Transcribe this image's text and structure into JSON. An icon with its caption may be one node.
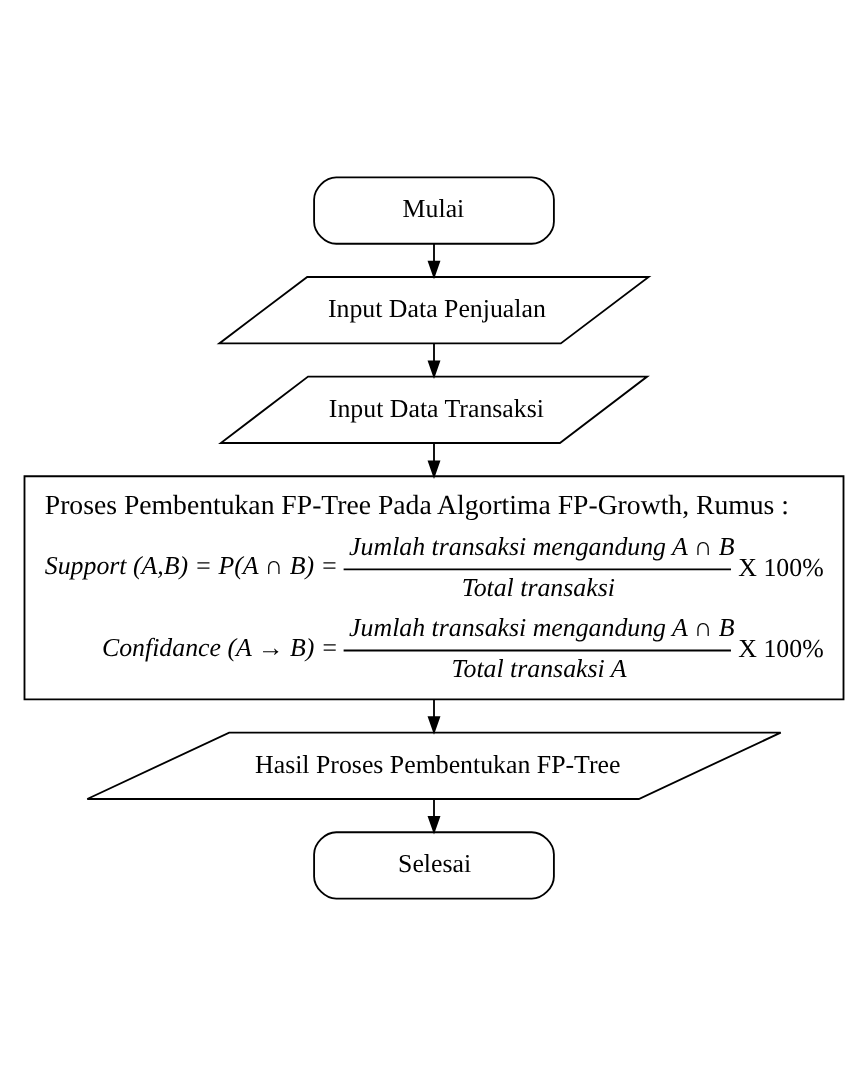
{
  "diagram": {
    "nodes": [
      {
        "text": [
          "Mulai"
        ]
      },
      {
        "text": [
          "Input Data Penjualan"
        ]
      },
      {
        "text": [
          "Input Data Transaksi"
        ]
      },
      {
        "text": [
          "Proses Pembentukan FP-Tree Pada Algortima FP-Growth, Rumus :",
          "Support (A,B) = P(A ∩ B) =",
          "Jumlah transaksi mengandung A ∩ B",
          "Total transaksi",
          "X 100%",
          "Confidance (A → B) =",
          "Jumlah transaksi mengandung A ∩ B",
          "Total transaksi A",
          "X 100%"
        ]
      },
      {
        "text": [
          "Hasil Proses Pembentukan FP-Tree"
        ]
      },
      {
        "text": [
          "Selesai"
        ]
      }
    ],
    "edges": [
      {
        "from": 0,
        "to": 1,
        "arrow": "to"
      },
      {
        "from": 1,
        "to": 2,
        "arrow": "to"
      },
      {
        "from": 2,
        "to": 3,
        "arrow": "to"
      },
      {
        "from": 3,
        "to": 4,
        "arrow": "to"
      },
      {
        "from": 4,
        "to": 5,
        "arrow": "to"
      }
    ]
  }
}
